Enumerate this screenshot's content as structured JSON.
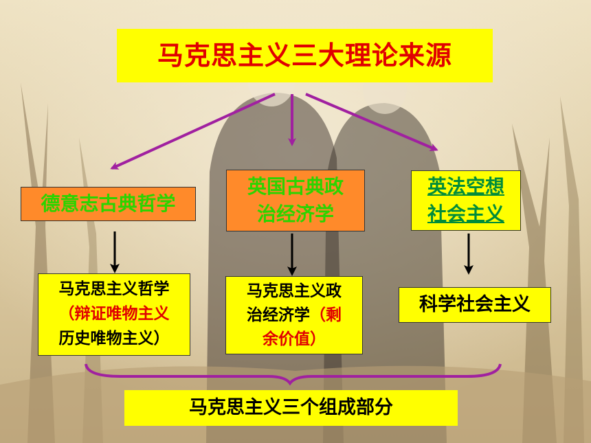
{
  "title": "马克思主义三大理论来源",
  "sources": [
    {
      "label": "德意志古典哲学"
    },
    {
      "line1": "英国古典政",
      "line2": "治经济学"
    },
    {
      "line1": "英法空想",
      "line2": "社会主义"
    }
  ],
  "results": [
    {
      "line1": "马克思主义哲学",
      "line2": "（辩证唯物主义",
      "line3": "历史唯物主义）"
    },
    {
      "line1": "马克思主义政",
      "line2a": "治经济学",
      "line2b": "（剩",
      "line3": "余价值）"
    },
    {
      "label": "科学社会主义"
    }
  ],
  "footer": "马克思主义三个组成部分",
  "colors": {
    "title_bg": "#ffff00",
    "title_text": "#e00000",
    "source_bg": "#ff8a2a",
    "source_text": "#2bd400",
    "utopian_text": "#008c3a",
    "arrow_top": "#a020a0",
    "arrow_down": "#000000",
    "brace": "#a020a0"
  }
}
